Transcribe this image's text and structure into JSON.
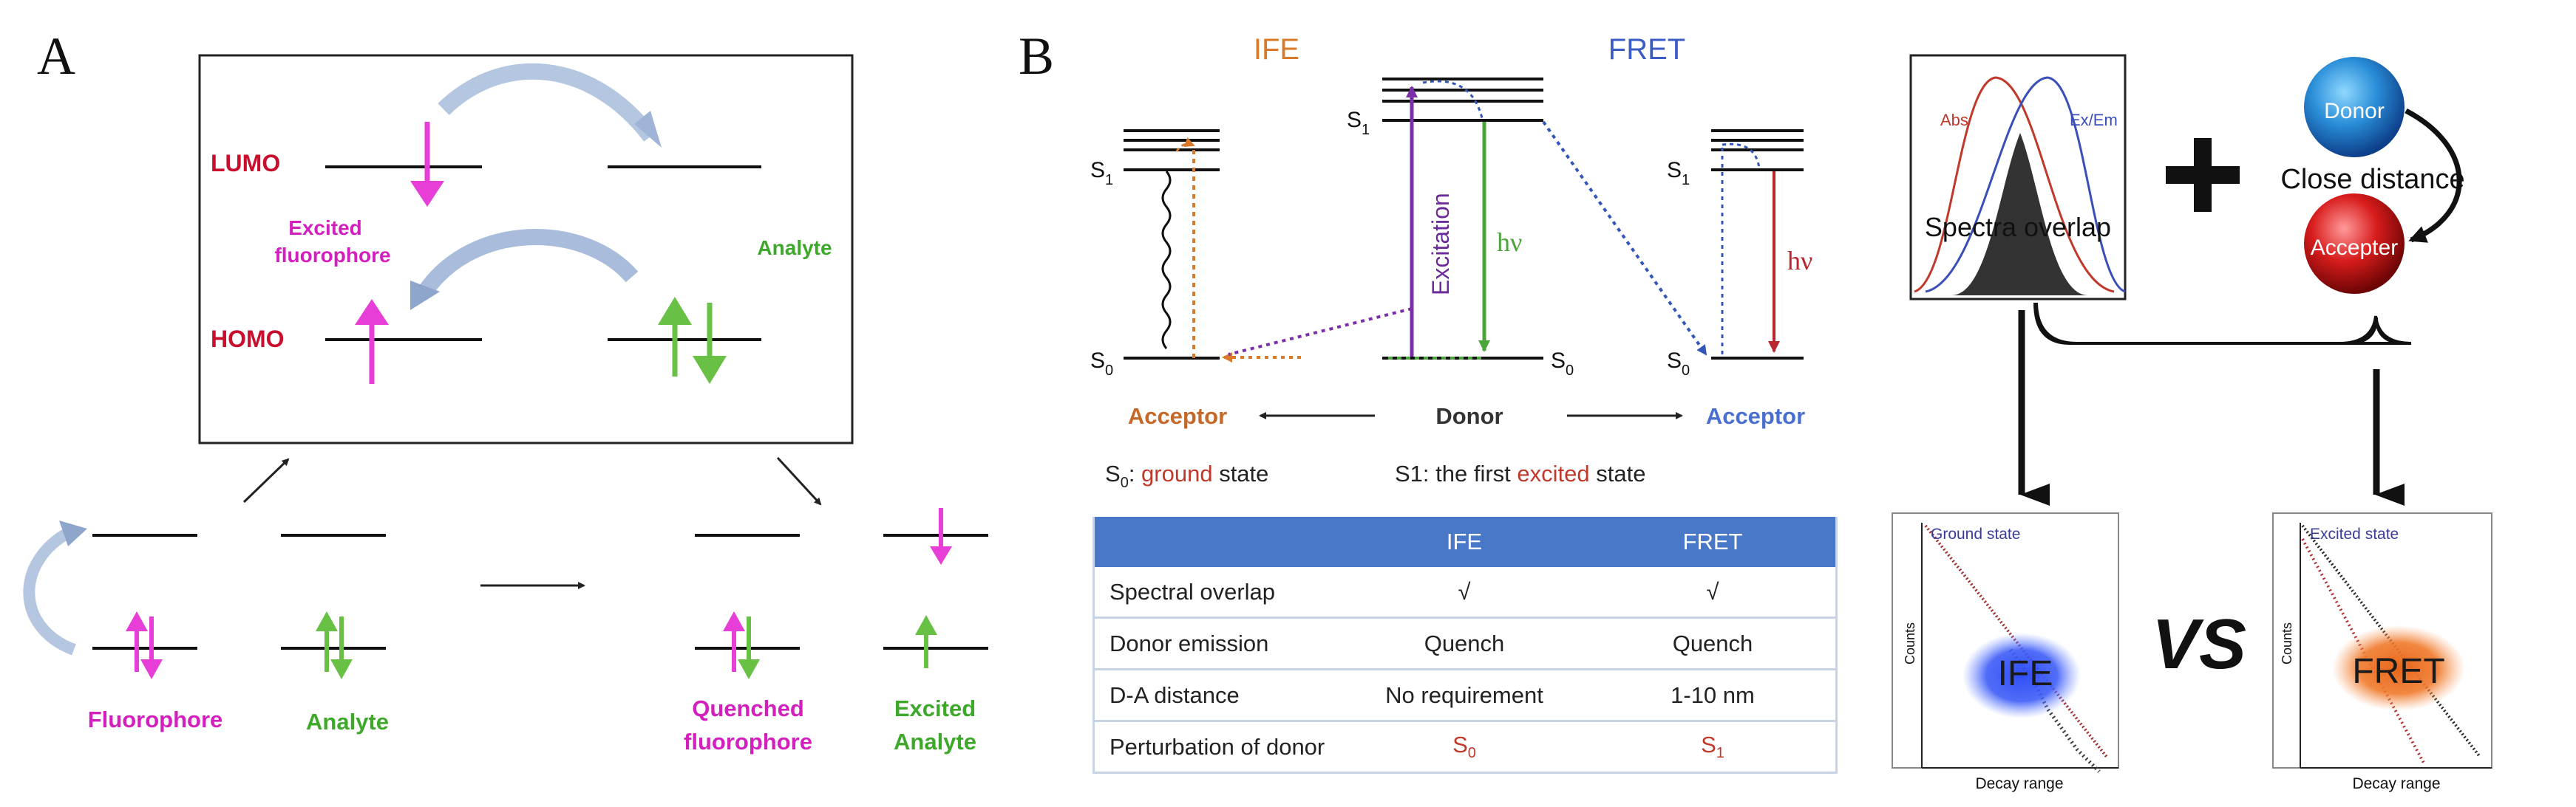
{
  "panel_a": {
    "letter": "A",
    "lumo": "LUMO",
    "homo": "HOMO",
    "excited_fluorophore_1": "Excited",
    "excited_fluorophore_2": "fluorophore",
    "analyte_top": "Analyte",
    "fluorophore": "Fluorophore",
    "analyte_bottom": "Analyte",
    "quenched_1": "Quenched",
    "quenched_2": "fluorophore",
    "excited_analyte_1": "Excited",
    "excited_analyte_2": "Analyte"
  },
  "panel_b": {
    "letter": "B",
    "ife": "IFE",
    "fret": "FRET",
    "s1": "S",
    "s1_sub": "1",
    "s0": "S",
    "s0_sub": "0",
    "excitation": "Excitation",
    "hv": "hν",
    "acceptor_left": "Acceptor",
    "donor": "Donor",
    "acceptor_right": "Acceptor",
    "legend_s0_prefix": "S",
    "legend_s0_sub": "0",
    "legend_s0_colon": ": ",
    "legend_s0_word": "ground",
    "legend_s0_suffix": " state",
    "legend_s1_prefix": "S1: the first ",
    "legend_s1_word": "excited",
    "legend_s1_suffix": " state",
    "table": {
      "headers": [
        "",
        "IFE",
        "FRET"
      ],
      "rows": [
        {
          "label": "Spectral overlap",
          "ife": "√",
          "fret": "√"
        },
        {
          "label": "Donor emission",
          "ife": "Quench",
          "fret": "Quench"
        },
        {
          "label": "D-A distance",
          "ife": "No requirement",
          "fret": "1-10 nm"
        },
        {
          "label": "Perturbation of donor",
          "ife": "S",
          "ife_sub": "0",
          "fret": "S",
          "fret_sub": "1"
        }
      ]
    }
  },
  "panel_c": {
    "abs": "Abs",
    "exem": "Ex/Em",
    "spectra_overlap": "Spectra overlap",
    "plus": "+",
    "donor": "Donor",
    "close_distance": "Close distance",
    "accepter": "Accepter",
    "ground_state": "Ground state",
    "excited_state": "Excited state",
    "counts": "Counts",
    "decay_range": "Decay range",
    "ife_label": "IFE",
    "fret_label": "FRET",
    "vs": "VS"
  },
  "colors": {
    "magenta": "#e83ed8",
    "green": "#68c044",
    "dark_red": "#c8102e",
    "orange": "#d97a2a",
    "blue": "#4a5fc2",
    "purple": "#7b2fa8",
    "table_header": "#4a78c8"
  }
}
